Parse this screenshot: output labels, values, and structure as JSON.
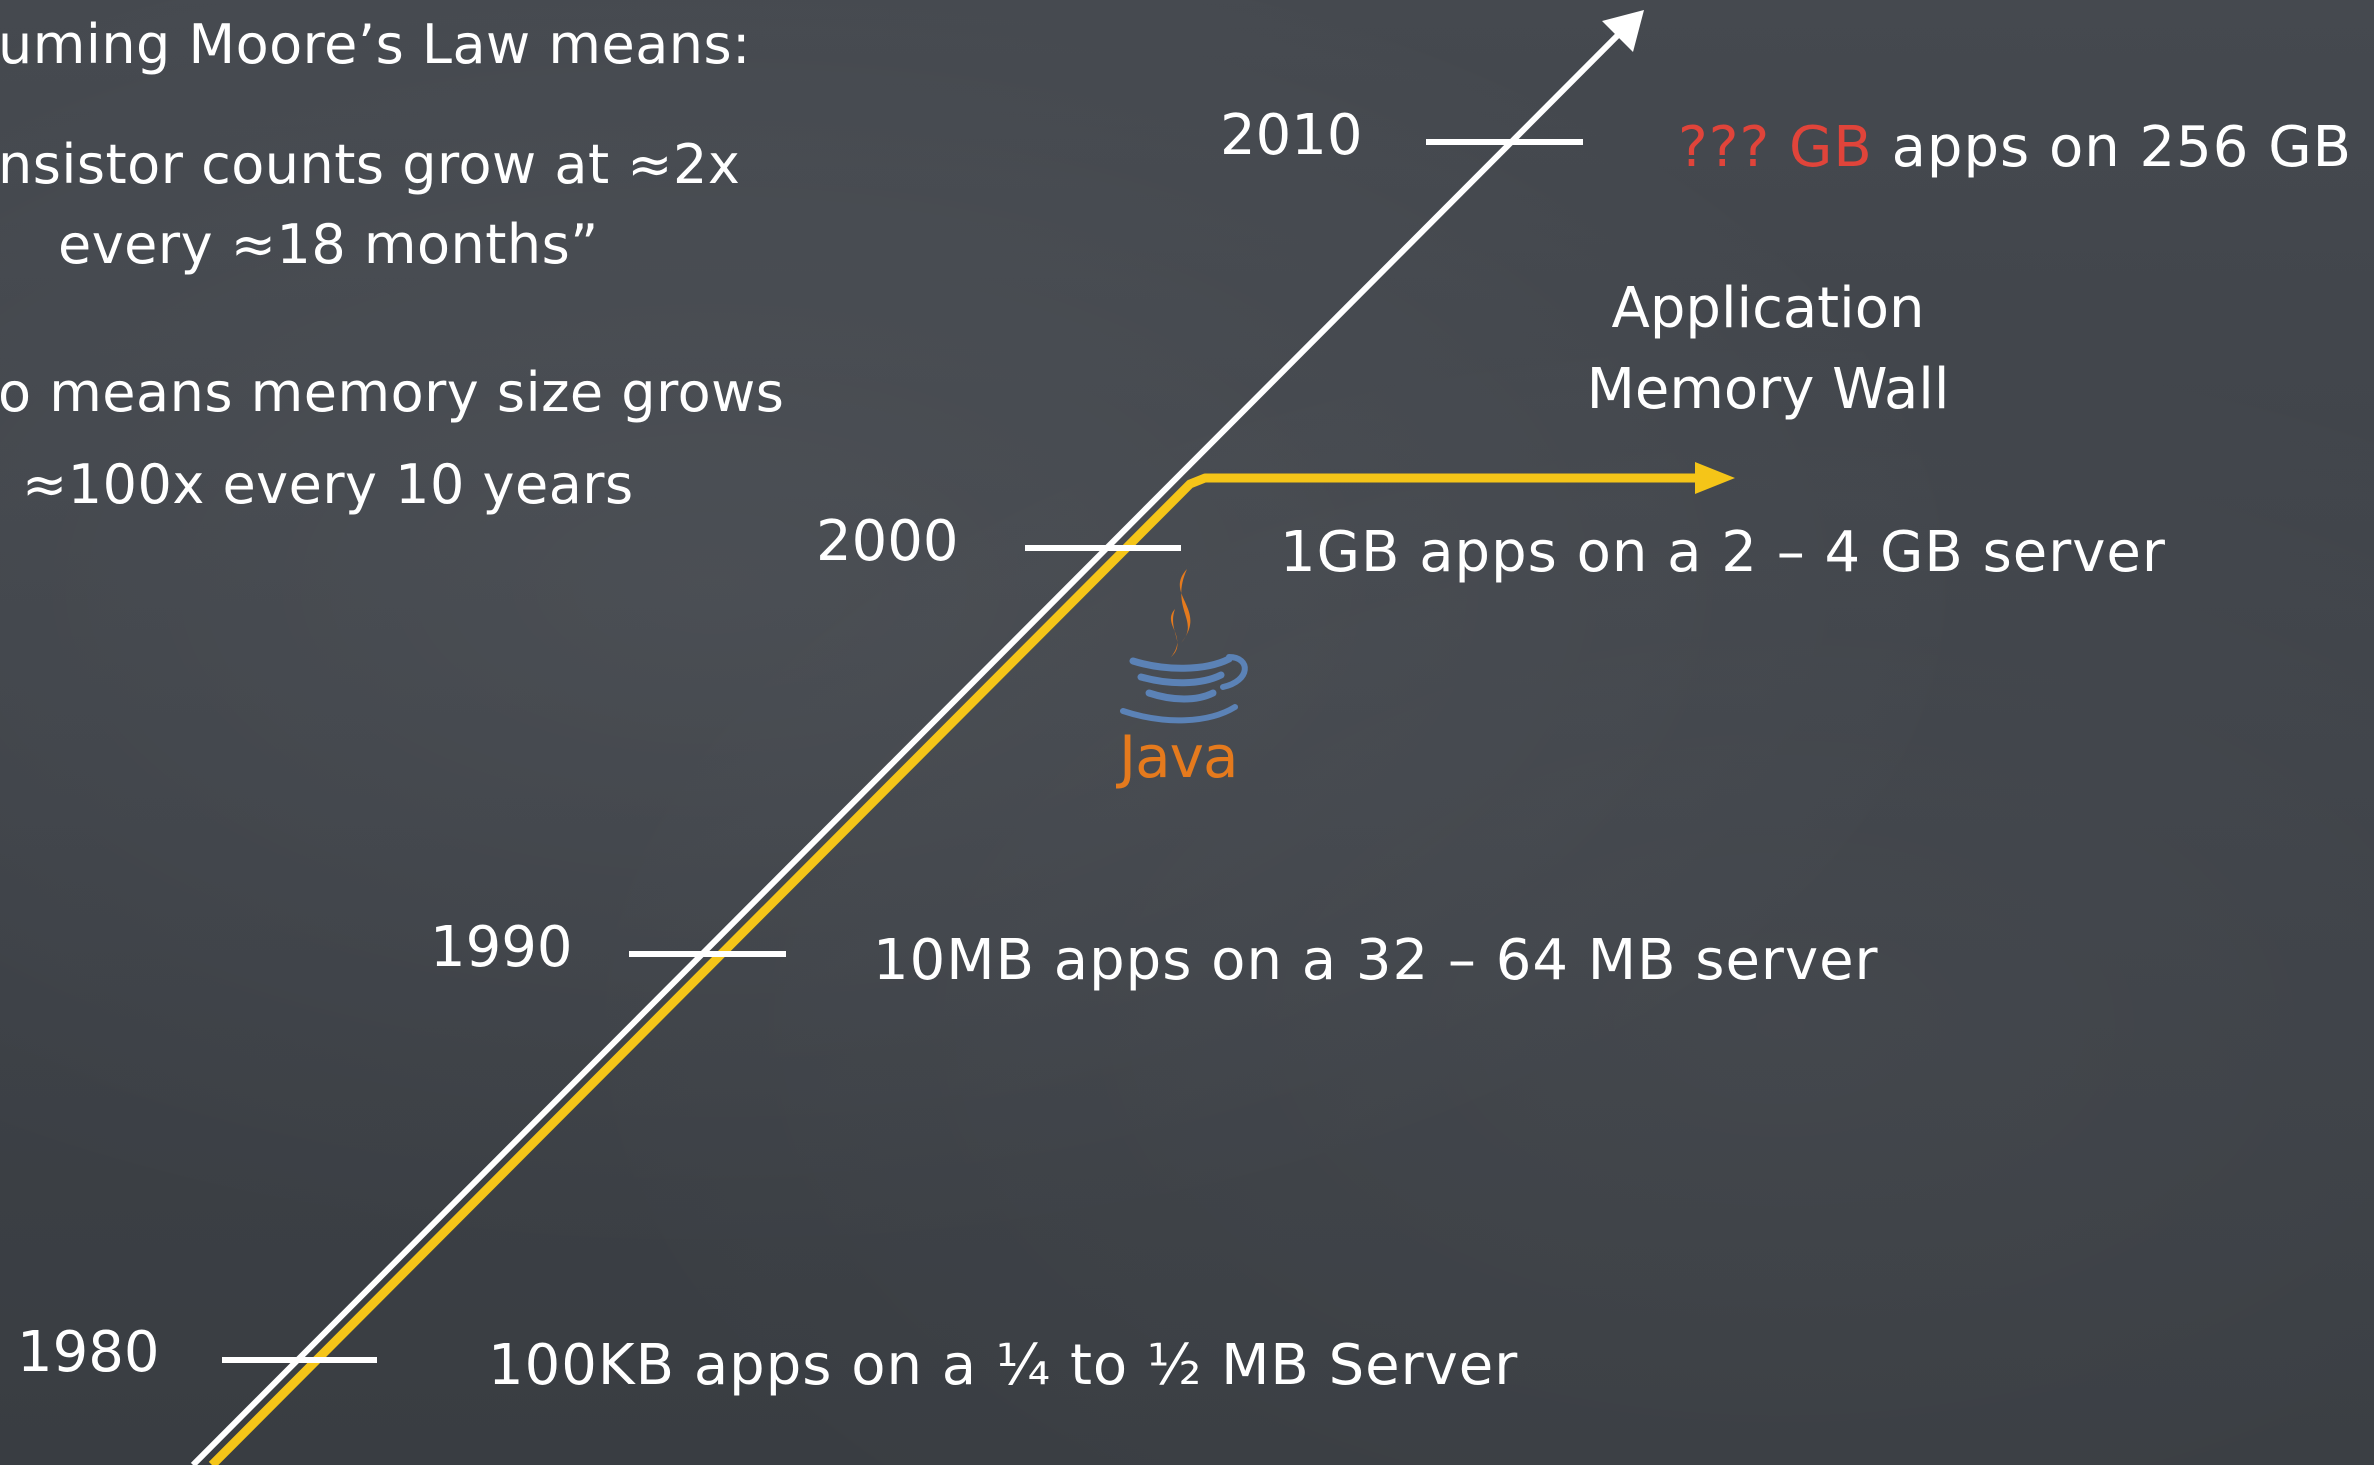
{
  "intro": {
    "line1": "uming Moore’s Law means:",
    "line2": "nsistor counts grow at ≈2x",
    "line3": "every ≈18 months”",
    "line4": "o means memory size grows",
    "line5": "≈100x every 10 years"
  },
  "timeline": [
    {
      "year": "1980",
      "label": "100KB apps on a ¼ to ½ MB Server"
    },
    {
      "year": "1990",
      "label": "10MB apps on a 32 – 64 MB server"
    },
    {
      "year": "2000",
      "label": "1GB apps on a 2 – 4 GB server"
    },
    {
      "year": "2010",
      "label_highlight": "??? GB",
      "label_rest": " apps on 256 GB"
    }
  ],
  "wall": {
    "line1": "Application",
    "line2": "Memory Wall"
  },
  "logo": {
    "text": "Java"
  },
  "colors": {
    "background": "#3f4349",
    "line": "#ffffff",
    "highlight": "#f5c518",
    "accent_red": "#e0443a",
    "java_orange": "#e57a1d",
    "java_blue": "#5b82b6"
  },
  "icons": {
    "logo": "java-coffee-cup-icon",
    "arrow": "arrow-head-icon"
  }
}
